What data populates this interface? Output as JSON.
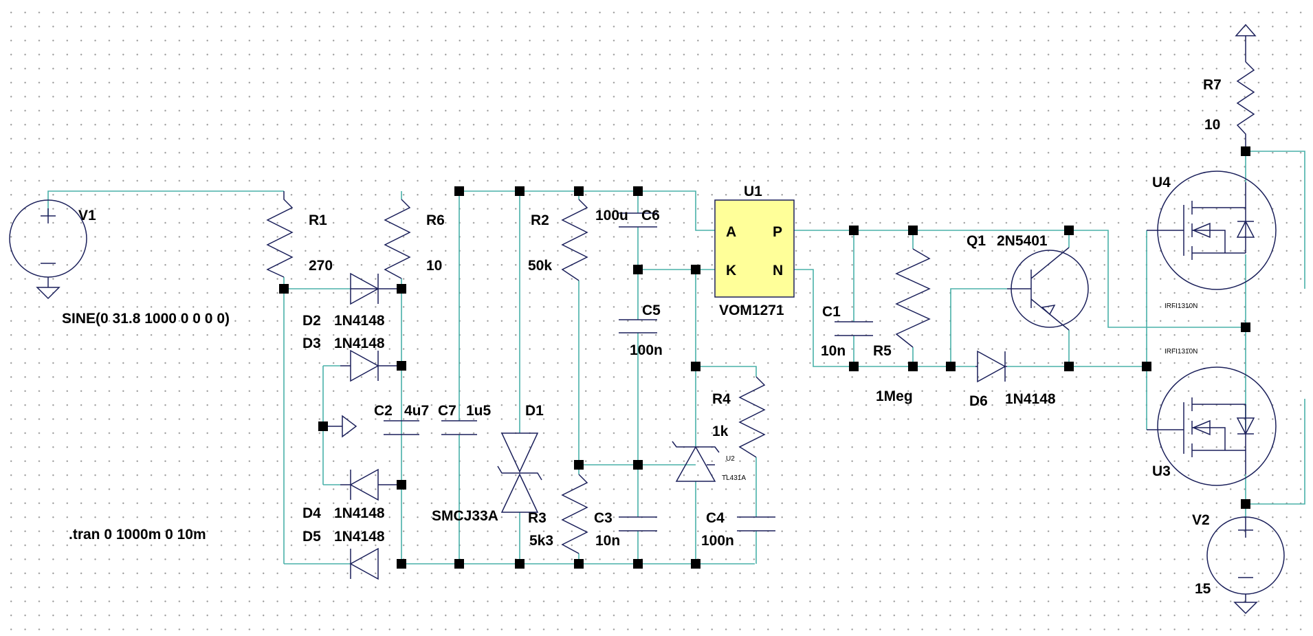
{
  "schematic": {
    "sources": {
      "v1": {
        "name": "V1",
        "value": "SINE(0 31.8 1000 0 0 0 0)"
      },
      "v2": {
        "name": "V2",
        "value": "15"
      }
    },
    "directive": ".tran 0 1000m 0 10m",
    "resistors": {
      "r1": {
        "name": "R1",
        "value": "270"
      },
      "r6": {
        "name": "R6",
        "value": "10"
      },
      "r2": {
        "name": "R2",
        "value": "50k"
      },
      "r3": {
        "name": "R3",
        "value": "5k3"
      },
      "r4": {
        "name": "R4",
        "value": "1k"
      },
      "r5": {
        "name": "R5",
        "value": "1Meg"
      },
      "r7": {
        "name": "R7",
        "value": "10"
      }
    },
    "capacitors": {
      "c2": {
        "name": "C2",
        "value": "4u7"
      },
      "c7": {
        "name": "C7",
        "value": "1u5"
      },
      "c6": {
        "name": "C6",
        "value": "100u"
      },
      "c5": {
        "name": "C5",
        "value": "100n"
      },
      "c3": {
        "name": "C3",
        "value": "10n"
      },
      "c4": {
        "name": "C4",
        "value": "100n"
      },
      "c1": {
        "name": "C1",
        "value": "10n"
      }
    },
    "diodes": {
      "d2": {
        "name": "D2",
        "value": "1N4148"
      },
      "d3": {
        "name": "D3",
        "value": "1N4148"
      },
      "d4": {
        "name": "D4",
        "value": "1N4148"
      },
      "d5": {
        "name": "D5",
        "value": "1N4148"
      },
      "d6": {
        "name": "D6",
        "value": "1N4148"
      },
      "d1": {
        "name": "D1",
        "value": "SMCJ33A"
      }
    },
    "ics": {
      "u1": {
        "name": "U1",
        "value": "VOM1271",
        "pins": {
          "a": "A",
          "k": "K",
          "p": "P",
          "n": "N"
        },
        "fill": "#ffff99"
      },
      "u2": {
        "name": "U2",
        "value": "TL431A"
      }
    },
    "transistors": {
      "q1": {
        "name": "Q1",
        "value": "2N5401"
      },
      "u4": {
        "name": "U4",
        "value": "IRFI1310N"
      },
      "u3": {
        "name": "U3",
        "value": "IRFI1310N"
      }
    }
  },
  "colors": {
    "wire": "#48b0a8",
    "component": "#1a1f5a",
    "junction": "#000000",
    "background": "#ffffff"
  }
}
